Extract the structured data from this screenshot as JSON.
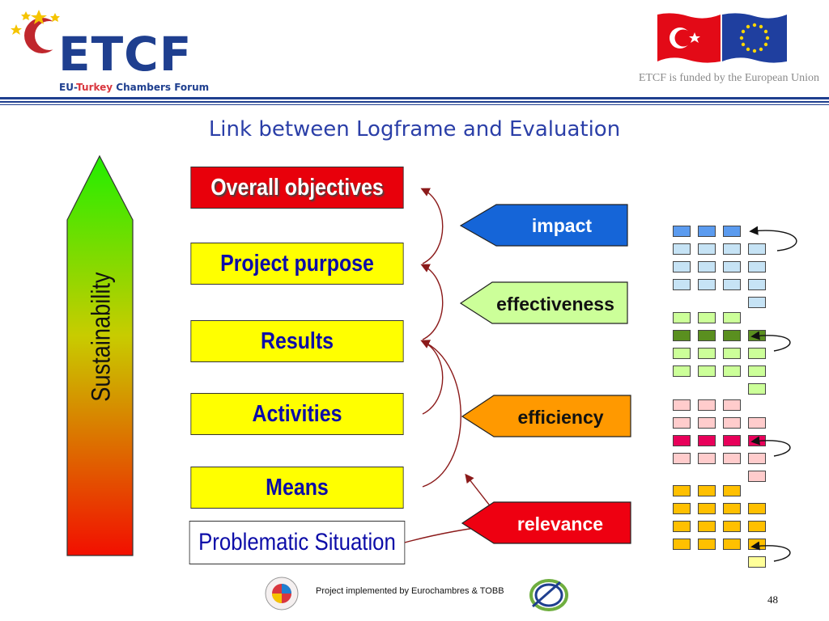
{
  "header": {
    "brand": "ETCF",
    "brand_sub_prefix": "EU-",
    "brand_sub_highlight": "Turkey",
    "brand_sub_suffix": " Chambers Forum",
    "funded_text": "ETCF is funded by the European Union"
  },
  "title": "Link between Logframe and Evaluation",
  "sustainability_label": "Sustainability",
  "logframe": [
    {
      "label": "Overall objectives",
      "style": "red"
    },
    {
      "label": "Project purpose",
      "style": "yellow"
    },
    {
      "label": "Results",
      "style": "yellow"
    },
    {
      "label": "Activities",
      "style": "yellow"
    },
    {
      "label": "Means",
      "style": "yellow"
    },
    {
      "label": "Problematic Situation",
      "style": "plain"
    }
  ],
  "criteria": [
    {
      "label": "impact",
      "fill": "#1565d8",
      "text": "#ffffff"
    },
    {
      "label": "effectiveness",
      "fill": "#ccff99",
      "text": "#111111"
    },
    {
      "label": "efficiency",
      "fill": "#ff9900",
      "text": "#111111"
    },
    {
      "label": "relevance",
      "fill": "#ee0011",
      "text": "#ffffff"
    }
  ],
  "colors": {
    "brand_blue": "#1f3f8f",
    "title_blue": "#2b3fa8",
    "box_text": "#0c0ca8",
    "connector": "#8b1a1a"
  },
  "footer": {
    "text": "Project implemented by Eurochambres & TOBB",
    "page_number": "48"
  }
}
